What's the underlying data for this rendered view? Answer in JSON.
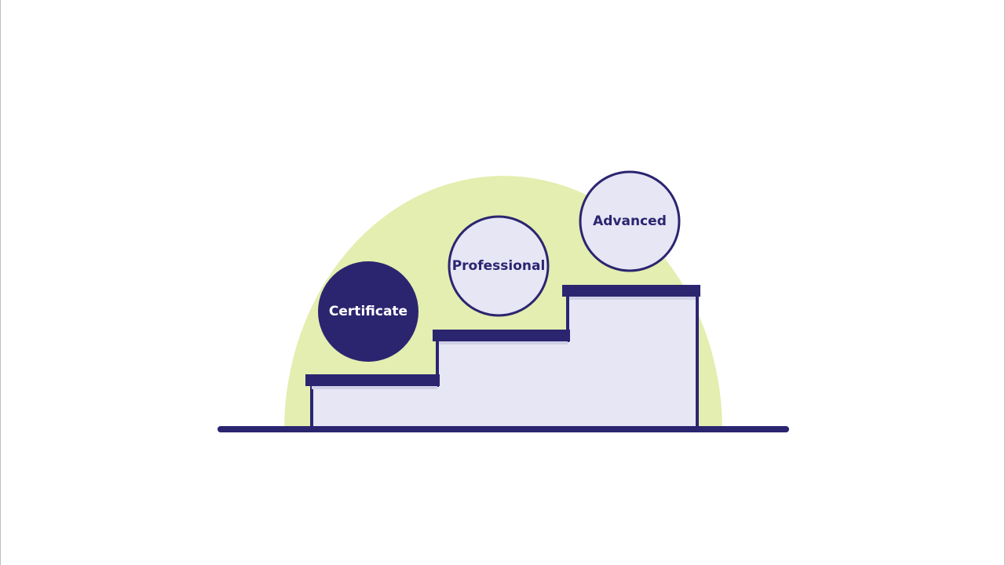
{
  "colors": {
    "navy": "#2b2570",
    "lavender": "#e6e6f5",
    "lime": "#e3eeb0",
    "background": "#ffffff",
    "active_text": "#ffffff"
  },
  "levels": [
    {
      "label": "Certificate",
      "active": true
    },
    {
      "label": "Professional",
      "active": false
    },
    {
      "label": "Advanced",
      "active": false
    }
  ]
}
